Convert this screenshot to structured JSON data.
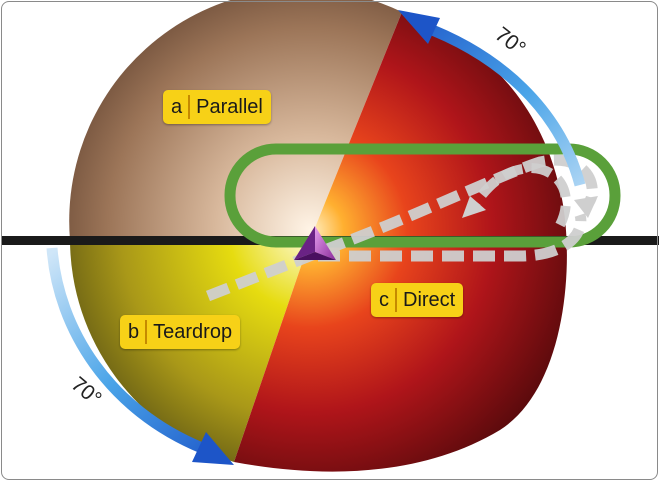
{
  "entries": {
    "parallel": {
      "letter": "a",
      "name": "Parallel"
    },
    "teardrop": {
      "letter": "b",
      "name": "Teardrop"
    },
    "direct": {
      "letter": "c",
      "name": "Direct"
    }
  },
  "angles": {
    "upper_right": "70°",
    "lower_left": "70°"
  },
  "colors": {
    "parallel_sector": "#b8906e",
    "teardrop_sector": "#d4c200",
    "direct_sector": "#c0201a",
    "holding_pattern": "#5aa03a",
    "label_fill": "#f7d117",
    "arc_arrow": "#2f7fd6",
    "path": "#cccccc"
  }
}
